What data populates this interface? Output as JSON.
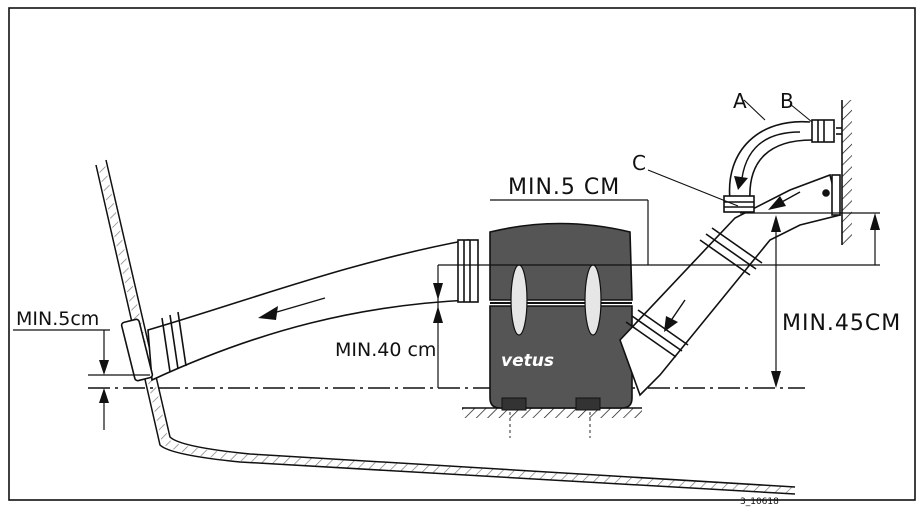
{
  "labels": {
    "min5cm_top": "MIN.5  CM",
    "min45": "MIN.45CM",
    "min40": "MIN.40 cm",
    "min5_left": "MIN.5cm",
    "letter_a": "A",
    "letter_b": "B",
    "letter_c": "C",
    "brand": "vetus",
    "code": "3_10618"
  },
  "colors": {
    "line": "#111111",
    "fill": "#ffffff",
    "hatch": "#111111"
  }
}
